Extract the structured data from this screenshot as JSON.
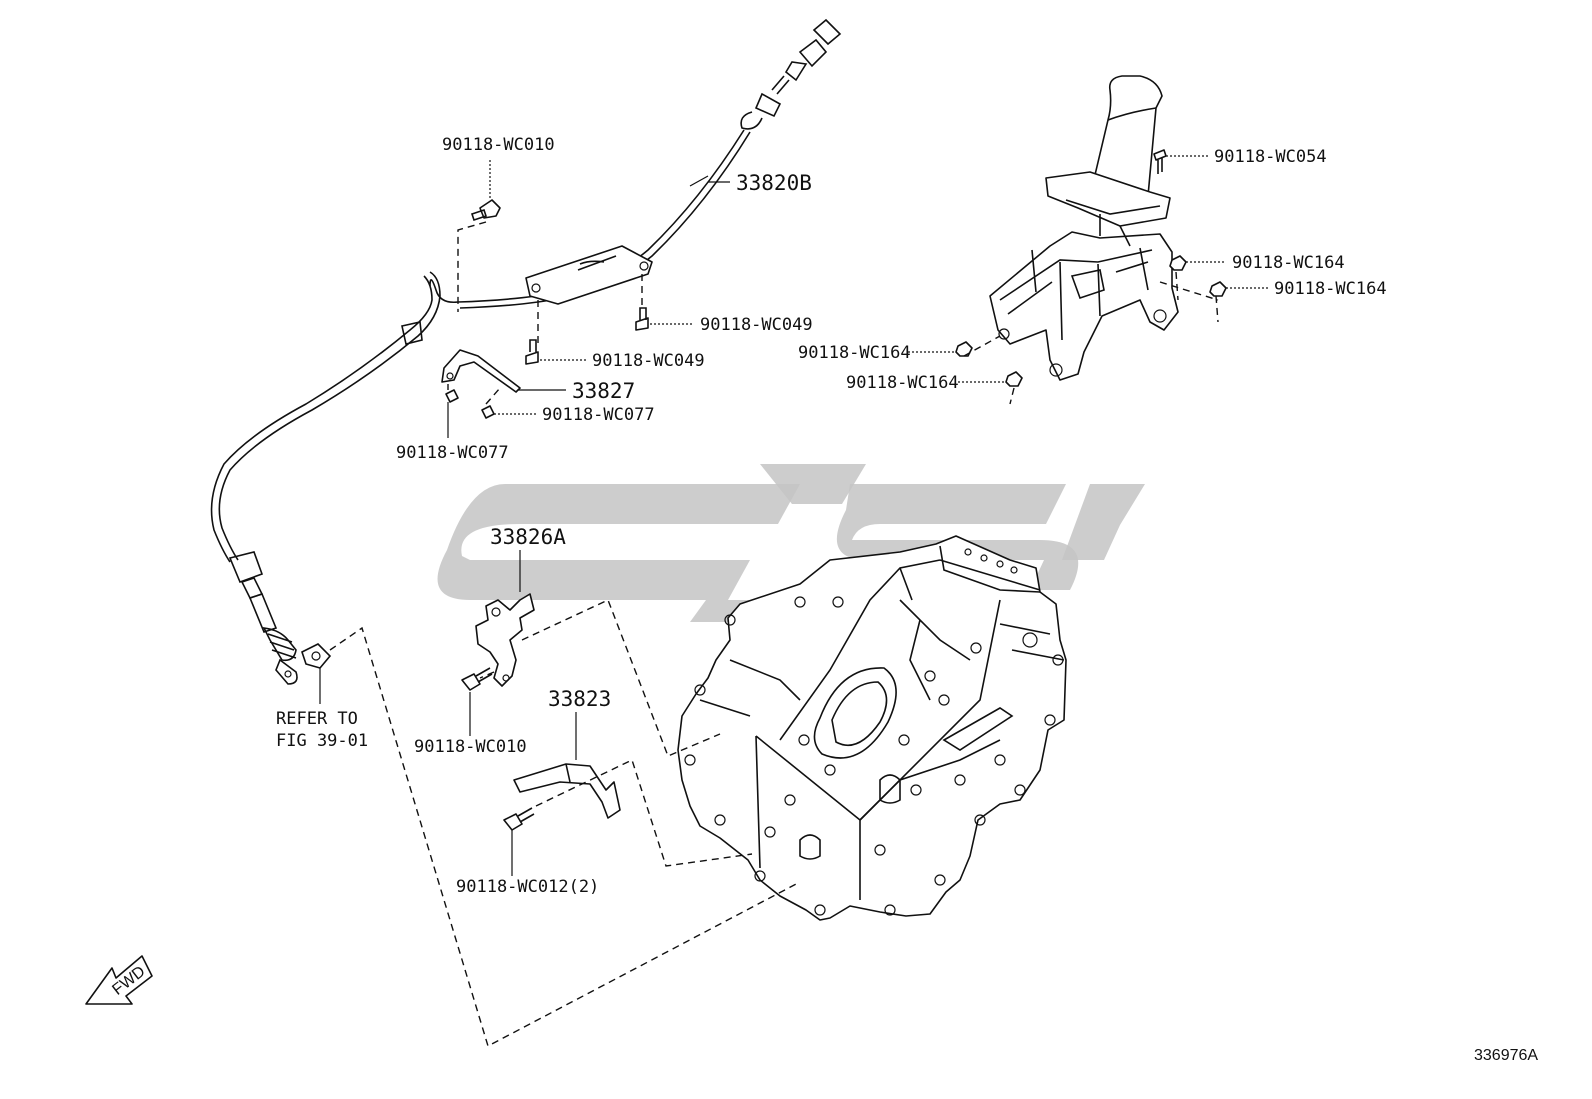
{
  "diagram": {
    "labels": {
      "cable_upper_bolt": "90118-WC010",
      "cable": "33820B",
      "plate_bolt_right": "90118-WC049",
      "plate_bolt_left": "90118-WC049",
      "clip_bracket": "33827",
      "clip_right": "90118-WC077",
      "clip_left": "90118-WC077",
      "shifter_screw": "90118-WC054",
      "shifter_nut_1": "90118-WC164",
      "shifter_nut_2": "90118-WC164",
      "shifter_nut_3": "90118-WC164",
      "shifter_nut_4": "90118-WC164",
      "bracket_a": "33826A",
      "bracket_a_bolt": "90118-WC010",
      "bracket_b": "33823",
      "bracket_b_bolt": "90118-WC012(2)",
      "refer_line1": "REFER TO",
      "refer_line2": "FIG 39-01",
      "fwd": "FWD",
      "figure_code": "336976A"
    },
    "watermark_color": "#c4c4c4",
    "line_color": "#111111"
  }
}
